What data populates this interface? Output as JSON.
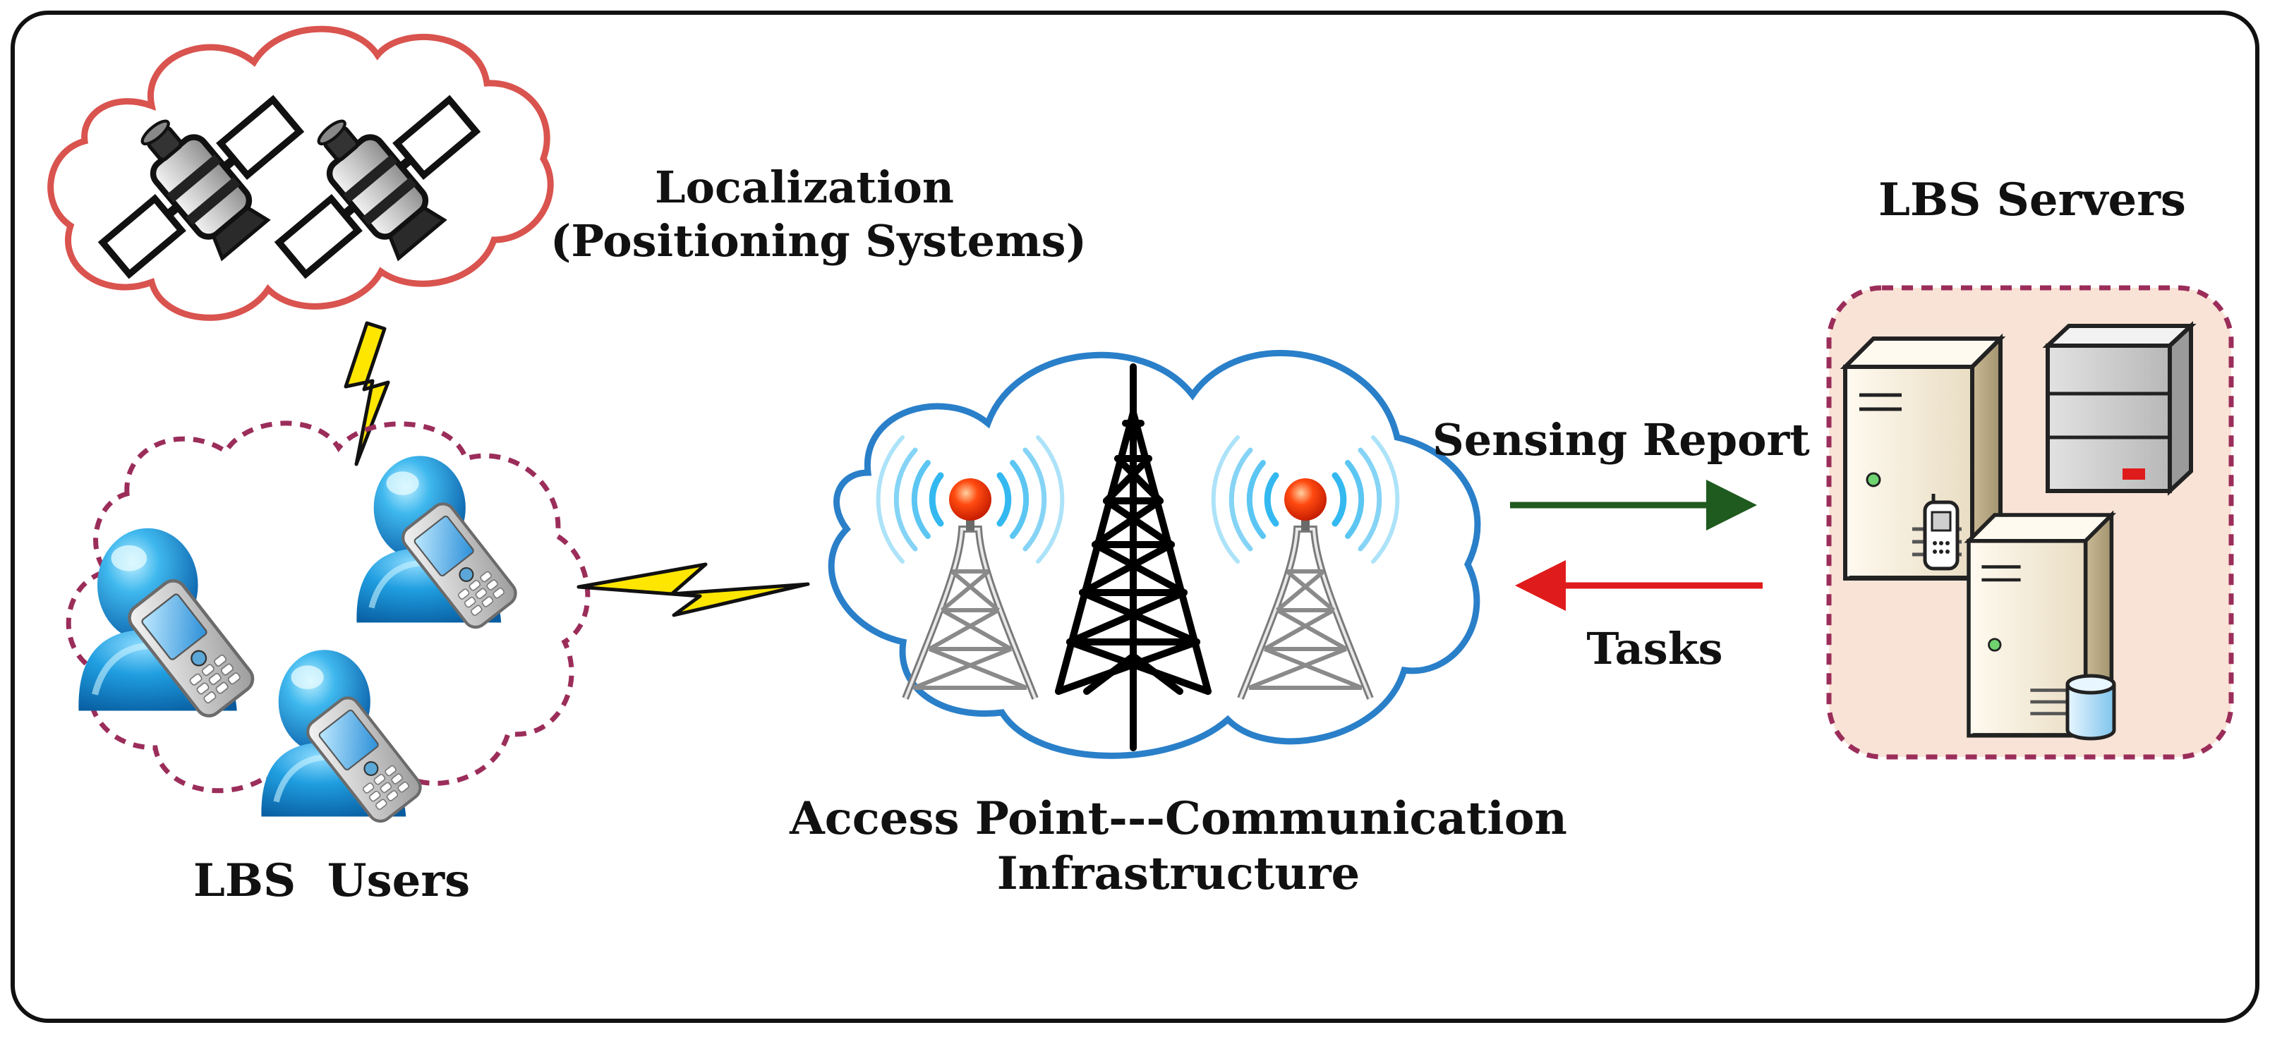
{
  "labels": {
    "localization_line1": "Localization",
    "localization_line2": "(Positioning Systems)",
    "lbs_servers": "LBS Servers",
    "sensing_report": "Sensing Report",
    "tasks": "Tasks",
    "access_point_line1": "Access Point---Communication",
    "access_point_line2": "Infrastructure",
    "lbs_users": "LBS  Users"
  },
  "colors": {
    "frame": "#111111",
    "satellite_cloud": "#d9534f",
    "users_cloud": "#9b2d5a",
    "access_cloud": "#2a7fc9",
    "servers_panel_fill": "#f9e3d6",
    "servers_panel_border": "#9b2d5a",
    "sensing_arrow": "#1f5a1f",
    "tasks_arrow": "#e01b1b",
    "lightning_fill": "#ffe600",
    "user_blue": "#1a8fd0",
    "beacon_red": "#ff2a00",
    "signal_blue": "#33b8f0"
  },
  "icons": [
    "satellite-icon",
    "lightning-icon",
    "user-with-phone-icon",
    "radio-tower-icon",
    "antenna-mast-icon",
    "server-icon",
    "database-icon"
  ]
}
